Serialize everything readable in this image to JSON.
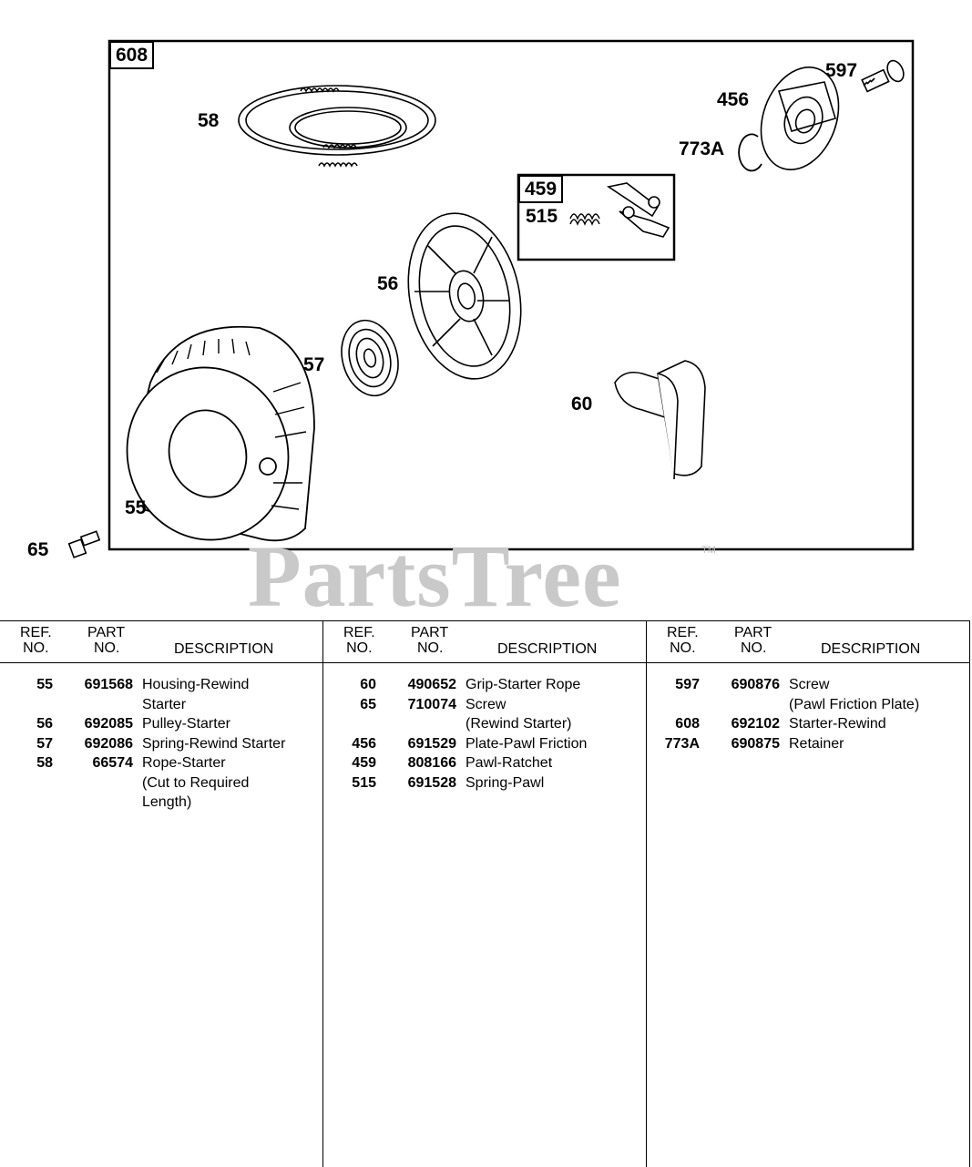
{
  "diagram": {
    "assembly_label": "608",
    "kit_label": "459",
    "callouts": {
      "c58": "58",
      "c597": "597",
      "c456": "456",
      "c773a": "773A",
      "c515": "515",
      "c56": "56",
      "c57": "57",
      "c60": "60",
      "c55": "55",
      "c65": "65"
    }
  },
  "watermark": {
    "text": "PartsTree",
    "tm": "TM"
  },
  "table": {
    "headers": {
      "ref_line1": "REF.",
      "ref_line2": "NO.",
      "part_line1": "PART",
      "part_line2": "NO.",
      "desc": "DESCRIPTION"
    },
    "columns": [
      {
        "rows": [
          {
            "ref": "55",
            "part": "691568",
            "desc": [
              "Housing-Rewind",
              "Starter"
            ]
          },
          {
            "ref": "56",
            "part": "692085",
            "desc": [
              "Pulley-Starter"
            ]
          },
          {
            "ref": "57",
            "part": "692086",
            "desc": [
              "Spring-Rewind Starter"
            ]
          },
          {
            "ref": "58",
            "part": "66574",
            "desc": [
              "Rope-Starter",
              "(Cut to Required",
              "Length)"
            ]
          }
        ]
      },
      {
        "rows": [
          {
            "ref": "60",
            "part": "490652",
            "desc": [
              "Grip-Starter Rope"
            ]
          },
          {
            "ref": "65",
            "part": "710074",
            "desc": [
              "Screw",
              "(Rewind Starter)"
            ]
          },
          {
            "ref": "456",
            "part": "691529",
            "desc": [
              "Plate-Pawl Friction"
            ]
          },
          {
            "ref": "459",
            "part": "808166",
            "desc": [
              "Pawl-Ratchet"
            ]
          },
          {
            "ref": "515",
            "part": "691528",
            "desc": [
              "Spring-Pawl"
            ]
          }
        ]
      },
      {
        "rows": [
          {
            "ref": "597",
            "part": "690876",
            "desc": [
              "Screw",
              "(Pawl Friction Plate)"
            ]
          },
          {
            "ref": "608",
            "part": "692102",
            "desc": [
              "Starter-Rewind"
            ]
          },
          {
            "ref": "773A",
            "part": "690875",
            "desc": [
              "Retainer"
            ]
          }
        ]
      }
    ]
  }
}
